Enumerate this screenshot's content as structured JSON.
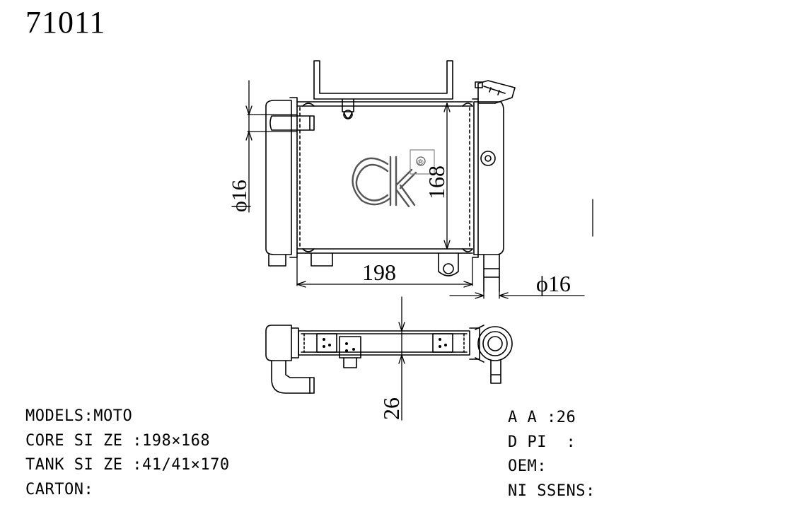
{
  "title": "71011",
  "dimensions": {
    "pipe_top": "ϕ16",
    "core_height": "168",
    "core_width": "198",
    "pipe_right": "ϕ16",
    "thickness": "26"
  },
  "logo": {
    "mark": "ck",
    "registered": "®"
  },
  "specs_left": [
    {
      "label": "MODELS:",
      "value": "MOTO"
    },
    {
      "label": "CORE SI ZE :",
      "value": "198×168"
    },
    {
      "label": "TANK SI ZE :",
      "value": "41/41×170"
    },
    {
      "label": "CARTON:",
      "value": ""
    }
  ],
  "specs_right": [
    {
      "label": "A A :",
      "value": "26"
    },
    {
      "label": "D PI  :",
      "value": ""
    },
    {
      "label": "OEM:",
      "value": ""
    },
    {
      "label": "NI SSENS:",
      "value": ""
    }
  ]
}
